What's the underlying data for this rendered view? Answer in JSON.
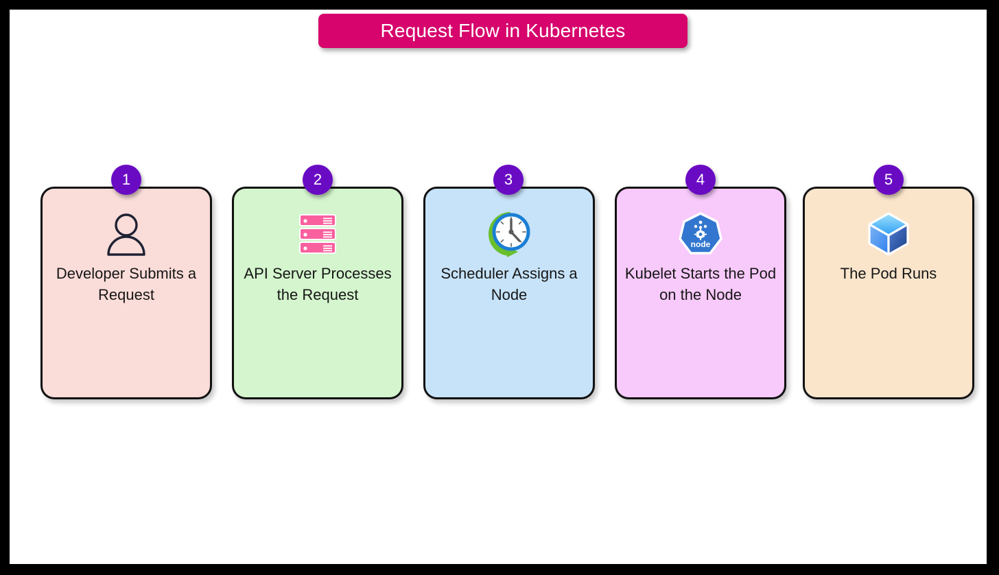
{
  "title": {
    "text": "Request Flow in Kubernetes",
    "bg_color": "#d6046c",
    "text_color": "#ffffff"
  },
  "canvas": {
    "background": "#ffffff",
    "frame_color": "#000000"
  },
  "badge_style": {
    "color": "#6a0bc4",
    "text_color": "#ffffff"
  },
  "steps": [
    {
      "number": "1",
      "label": "Developer Submits a Request",
      "icon": "person-icon",
      "bg_color": "#fadcd9",
      "border_color": "#111111"
    },
    {
      "number": "2",
      "label": "API Server Processes the Request",
      "icon": "server-rack-icon",
      "bg_color": "#d4f5cd",
      "border_color": "#111111"
    },
    {
      "number": "3",
      "label": "Scheduler Assigns a Node",
      "icon": "clock-refresh-icon",
      "bg_color": "#c7e3f9",
      "border_color": "#111111"
    },
    {
      "number": "4",
      "label": "Kubelet Starts the Pod on the Node",
      "icon": "kubernetes-node-icon",
      "bg_color": "#f8c9fb",
      "border_color": "#111111"
    },
    {
      "number": "5",
      "label": "The Pod Runs",
      "icon": "cube-icon",
      "bg_color": "#fae5cb",
      "border_color": "#111111"
    }
  ],
  "icon_labels": {
    "kubernetes_node": "node"
  }
}
